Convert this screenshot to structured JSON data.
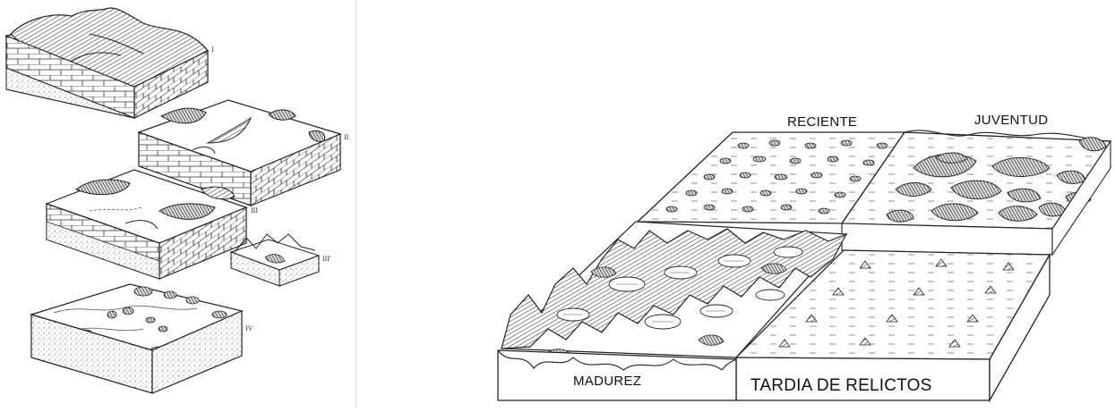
{
  "left_figure": {
    "stage_labels": [
      "I",
      "II",
      "III",
      "III'",
      "IV"
    ]
  },
  "right_figure": {
    "labels": {
      "reciente": "RECIENTE",
      "juventud": "JUVENTUD",
      "madurez": "MADUREZ",
      "tardia": "TARDIA DE RELICTOS"
    }
  }
}
